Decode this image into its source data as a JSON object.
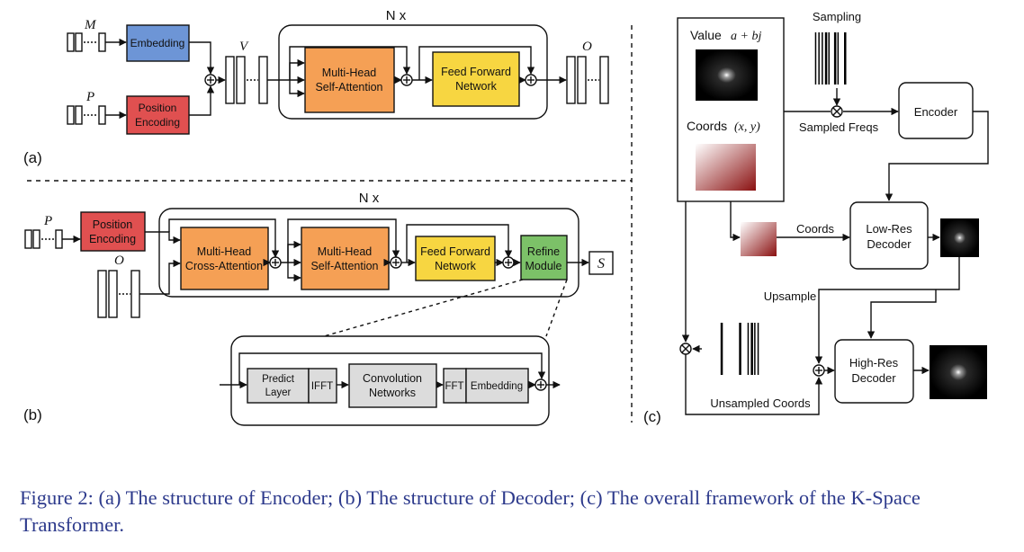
{
  "a": {
    "panel_label": "(a)",
    "repeat": "N x",
    "m_label": "M",
    "p_label": "P",
    "v_label": "V",
    "o_label": "O",
    "embedding": "Embedding",
    "pos_enc": [
      "Position",
      "Encoding"
    ],
    "mhsa": [
      "Multi-Head",
      "Self-Attention"
    ],
    "ffn": [
      "Feed Forward",
      "Network"
    ]
  },
  "b": {
    "panel_label": "(b)",
    "repeat": "N x",
    "p_label": "P",
    "o_label": "O",
    "pos_enc": [
      "Position",
      "Encoding"
    ],
    "mhca": [
      "Multi-Head",
      "Cross-Attention"
    ],
    "mhsa": [
      "Multi-Head",
      "Self-Attention"
    ],
    "ffn": [
      "Feed Forward",
      "Network"
    ],
    "refine": [
      "Refine",
      "Module"
    ],
    "s_label": "S",
    "predict": [
      "Predict",
      "Layer"
    ],
    "ifft": "IFFT",
    "conv": [
      "Convolution",
      "Networks"
    ],
    "fft": "FFT",
    "embedding": "Embedding"
  },
  "c": {
    "panel_label": "(c)",
    "value": "Value",
    "value_math": "a + bj",
    "coords": "Coords",
    "coords_math": "(x, y)",
    "sampling": "Sampling",
    "sampled_freqs": "Sampled Freqs",
    "encoder": "Encoder",
    "coords_arrow": "Coords",
    "lowres": [
      "Low-Res",
      "Decoder"
    ],
    "upsample": "Upsample",
    "highres": [
      "High-Res",
      "Decoder"
    ],
    "unsampled": "Unsampled Coords"
  },
  "colors": {
    "embedding": "#6d95d6",
    "position_encoding": "#e05050",
    "attention": "#f5a055",
    "feed_forward": "#f7d641",
    "refine": "#7cc168",
    "sub_block": "#dcdcdc",
    "caption": "#2d3a8c"
  },
  "caption": "Figure 2: (a) The structure of Encoder; (b) The structure of Decoder; (c) The overall framework of the K-Space Transformer."
}
